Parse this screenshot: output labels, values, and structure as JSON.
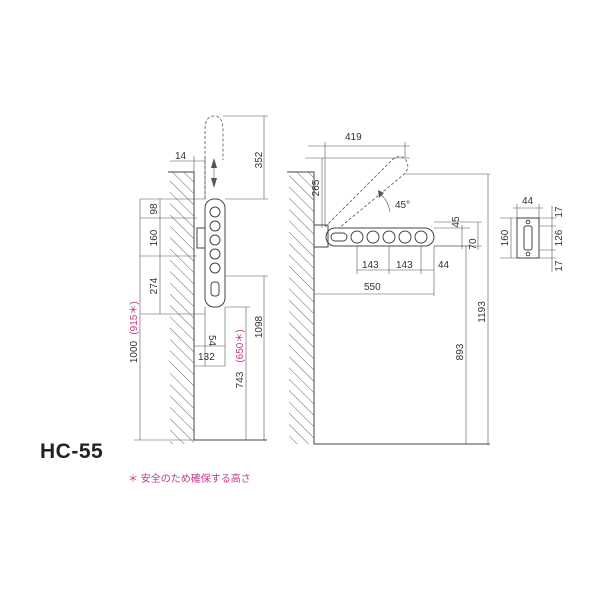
{
  "model": "HC-55",
  "note": "＊ 安全のため確保する高さ",
  "side_view": {
    "dim_14": "14",
    "dim_352": "352",
    "dim_98": "98",
    "dim_160": "160",
    "dim_274": "274",
    "dim_54": "54",
    "dim_132": "132",
    "dim_1098": "1098",
    "dim_1000": "1000",
    "dim_1000_alt": "(915＊)",
    "dim_743": "743",
    "dim_743_alt": "(650＊)"
  },
  "front_view": {
    "dim_419": "419",
    "dim_265": "265",
    "angle": "45°",
    "dim_45": "45",
    "dim_70": "70",
    "dim_143a": "143",
    "dim_143b": "143",
    "dim_44": "44",
    "dim_550": "550",
    "dim_1193": "1193",
    "dim_893": "893"
  },
  "bracket_view": {
    "dim_44": "44",
    "dim_17_top": "17",
    "dim_160": "160",
    "dim_126": "126",
    "dim_17_bottom": "17"
  }
}
